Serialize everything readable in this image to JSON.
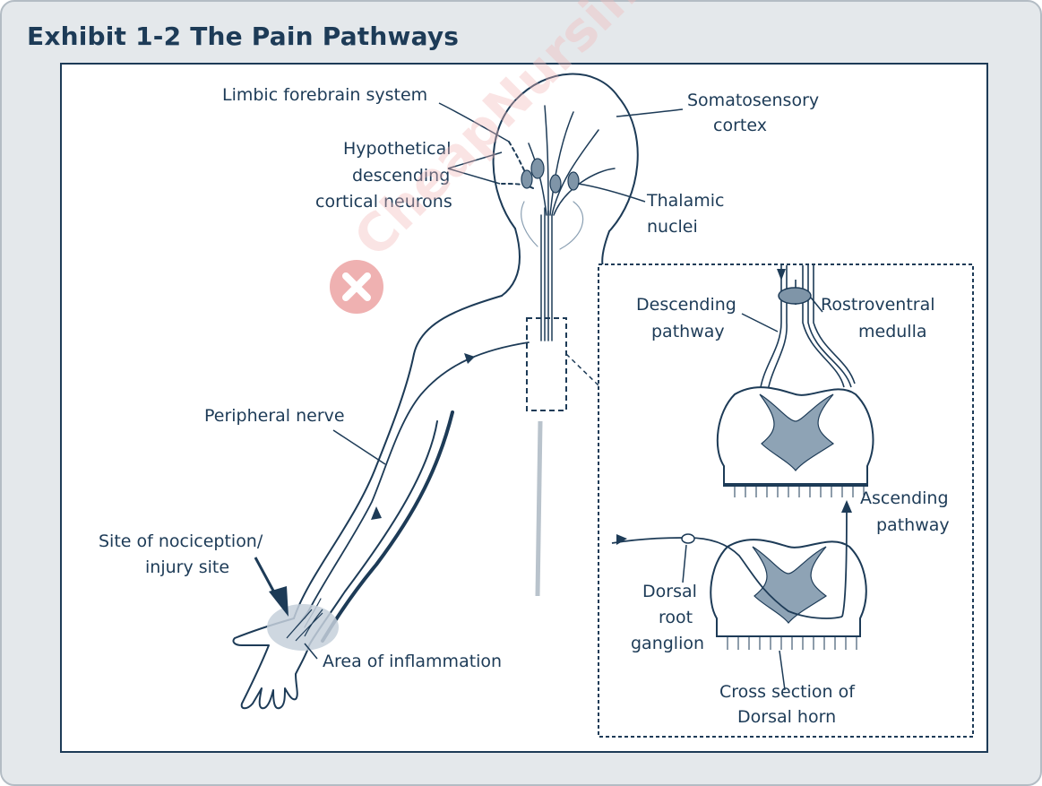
{
  "title": "Exhibit 1-2 The Pain Pathways",
  "labels": {
    "limbic": "Limbic forebrain system",
    "somatosensory_1": "Somatosensory",
    "somatosensory_2": "cortex",
    "hypothetical_1": "Hypothetical",
    "hypothetical_2": "descending",
    "hypothetical_3": "cortical neurons",
    "thalamic_1": "Thalamic",
    "thalamic_2": "nuclei",
    "descending_1": "Descending",
    "descending_2": "pathway",
    "rostro_1": "Rostroventral",
    "rostro_2": "medulla",
    "peripheral": "Peripheral nerve",
    "ascending_1": "Ascending",
    "ascending_2": "pathway",
    "site_1": "Site of nociception/",
    "site_2": "injury site",
    "dorsal_1": "Dorsal",
    "dorsal_2": "root",
    "dorsal_3": "ganglion",
    "inflammation": "Area of inflammation",
    "cross_1": "Cross section of",
    "cross_2": "Dorsal horn"
  },
  "watermark": "CheapNursing",
  "colors": {
    "line": "#1d3b57",
    "fill_gray": "#7f95a8",
    "light_fill": "#c5d0da",
    "panel_bg": "#e4e8eb",
    "watermark": "#e06666"
  }
}
